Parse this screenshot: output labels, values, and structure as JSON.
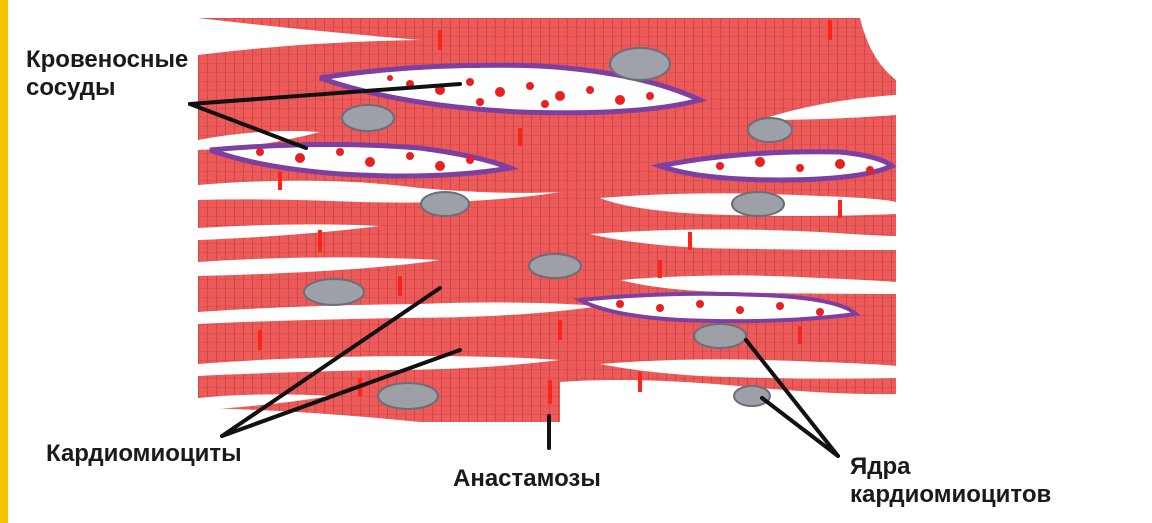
{
  "labels": {
    "blood_vessels_line1": "Кровеносные",
    "blood_vessels_line2": "сосуды",
    "cardiomyocytes": "Кардиомиоциты",
    "anastomoses": "Анастамозы",
    "nuclei_line1": "Ядра",
    "nuclei_line2": "кардиомиоцитов"
  },
  "colors": {
    "fiber": "#ec5a5a",
    "fiber_stripe": "#c43a3a",
    "intercalated_disc": "#ff2a1a",
    "vessel_wall": "#7d3fa0",
    "blood_cell": "#e82020",
    "nucleus": "#9ea0a8",
    "nucleus_outline": "#6a6e7a",
    "pointer_line": "#111111",
    "edge_accent": "#f5c400"
  }
}
